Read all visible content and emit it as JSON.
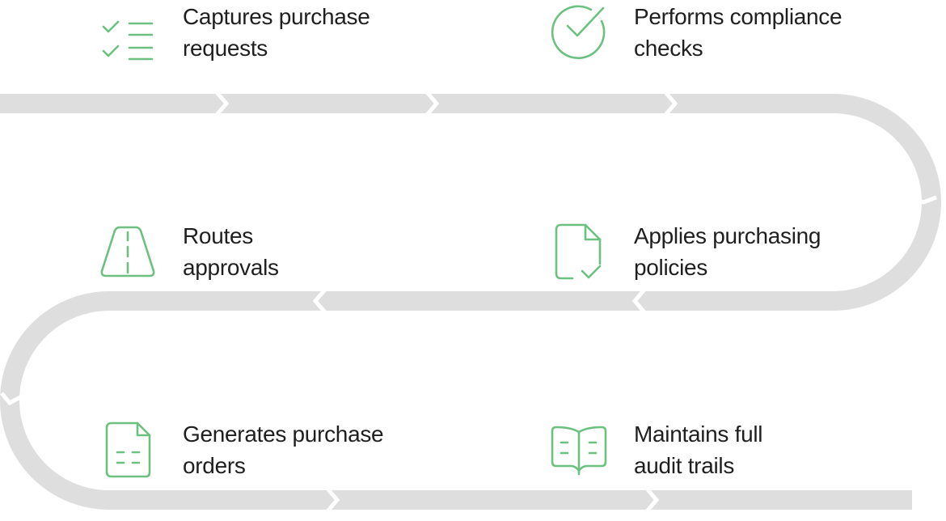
{
  "colors": {
    "accent": "#6cc080",
    "track": "#dedede",
    "text": "#1f1f1f",
    "background": "#ffffff"
  },
  "steps": [
    {
      "icon": "checklist-icon",
      "line1": "Captures purchase",
      "line2": "requests"
    },
    {
      "icon": "check-circle-icon",
      "line1": "Performs compliance",
      "line2": "checks"
    },
    {
      "icon": "road-icon",
      "line1": "Routes",
      "line2": "approvals"
    },
    {
      "icon": "document-check-icon",
      "line1": "Applies purchasing",
      "line2": "policies"
    },
    {
      "icon": "document-form-icon",
      "line1": "Generates purchase",
      "line2": "orders"
    },
    {
      "icon": "open-book-icon",
      "line1": "Maintains full",
      "line2": "audit trails"
    }
  ]
}
